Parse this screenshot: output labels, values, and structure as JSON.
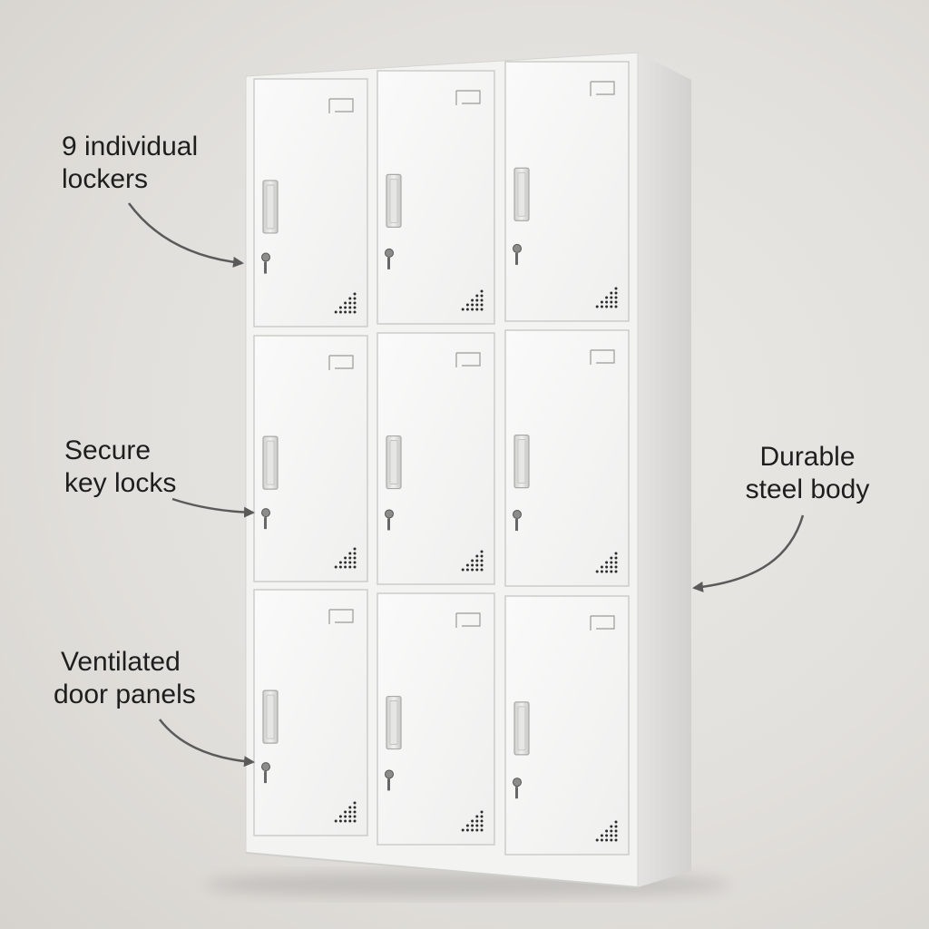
{
  "callouts": {
    "lockers": {
      "line1": "9 individual",
      "line2": "lockers"
    },
    "locks": {
      "line1": "Secure",
      "line2": "key locks"
    },
    "vents": {
      "line1": "Ventilated",
      "line2": "door panels"
    },
    "body": {
      "line1": "Durable",
      "line2": "steel body"
    }
  },
  "cabinet": {
    "rows": 3,
    "columns": 3,
    "door_count": 9
  },
  "colors": {
    "cabinet_front": "#f4f4f3",
    "cabinet_side": "#dedddb",
    "door": "#f7f7f6",
    "arrow": "#5a5a5a",
    "text": "#1e1e1e"
  }
}
